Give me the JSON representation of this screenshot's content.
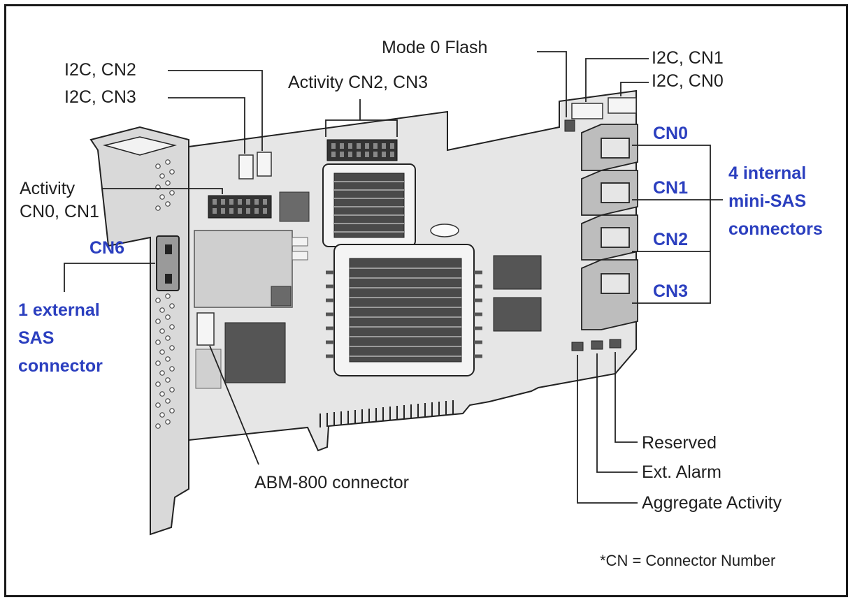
{
  "labels": {
    "mode0_flash": "Mode 0 Flash",
    "i2c_cn1": "I2C, CN1",
    "i2c_cn0": "I2C, CN0",
    "i2c_cn2": "I2C, CN2",
    "i2c_cn3": "I2C, CN3",
    "activity_cn2_cn3": "Activity CN2, CN3",
    "activity_cn0_cn1_line1": "Activity",
    "activity_cn0_cn1_line2": "CN0, CN1",
    "cn6": "CN6",
    "external_line1": "1 external",
    "external_line2": "SAS",
    "external_line3": "connector",
    "cn0": "CN0",
    "cn1": "CN1",
    "cn2": "CN2",
    "cn3": "CN3",
    "internal_line1": "4 internal",
    "internal_line2": "mini-SAS",
    "internal_line3": "connectors",
    "abm800": "ABM-800 connector",
    "reserved": "Reserved",
    "ext_alarm": "Ext. Alarm",
    "aggregate_activity": "Aggregate Activity",
    "footnote": "*CN = Connector Number"
  },
  "colors": {
    "label_blue": "#2b3fbf",
    "board_gray": "#e6e6e6",
    "heatsink_dark": "#4a4a4a"
  }
}
